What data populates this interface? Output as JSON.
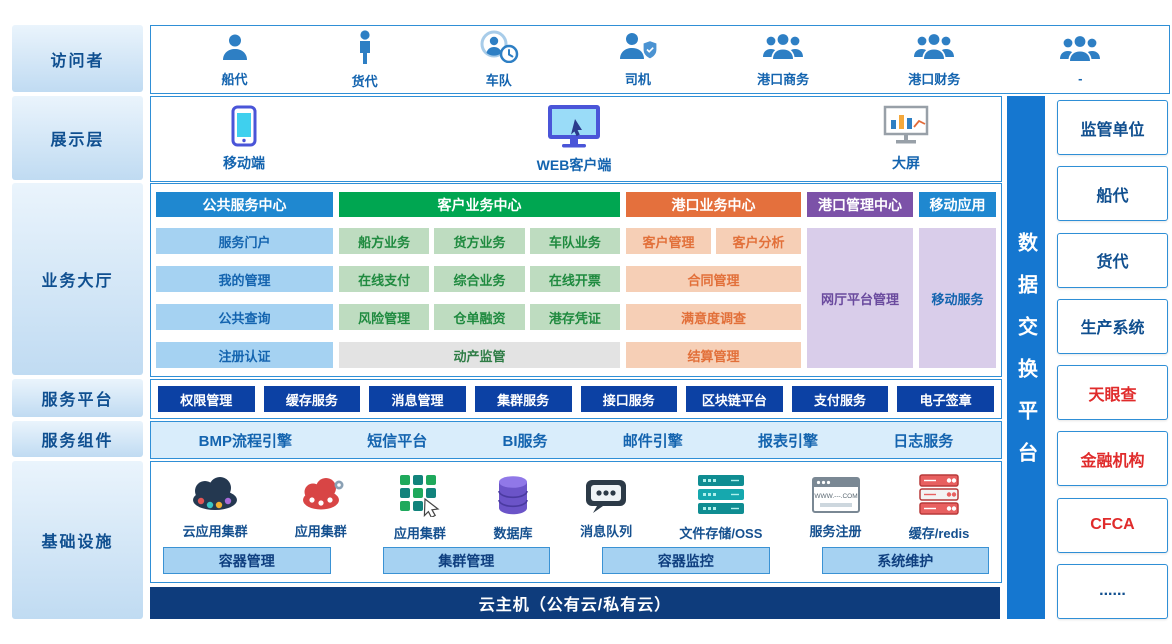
{
  "palette": {
    "blue_header": "#1f88d0",
    "green_header": "#00a651",
    "orange_header": "#e4703d",
    "purple_header": "#7c52a8",
    "deep_blue_button": "#0c41a4",
    "navy_bar": "#0e3c7c",
    "exchange_bar": "#1577d0",
    "red_text": "#e02b2b"
  },
  "left_labels": {
    "visitors": "访问者",
    "display": "展示层",
    "business": "业务大厅",
    "platform": "服务平台",
    "components": "服务组件",
    "infrastructure": "基础设施"
  },
  "visitors": {
    "items": [
      {
        "label": "船代",
        "icon": "person-bust-icon"
      },
      {
        "label": "货代",
        "icon": "person-standing-icon"
      },
      {
        "label": "车队",
        "icon": "person-clock-icon"
      },
      {
        "label": "司机",
        "icon": "person-shield-icon"
      },
      {
        "label": "港口商务",
        "icon": "people-group-icon"
      },
      {
        "label": "港口财务",
        "icon": "people-group-icon"
      },
      {
        "label": "-",
        "icon": "people-group-icon"
      }
    ]
  },
  "display": {
    "items": [
      {
        "label": "移动端",
        "icon": "smartphone-icon"
      },
      {
        "label": "WEB客户端",
        "icon": "monitor-icon"
      },
      {
        "label": "大屏",
        "icon": "big-screen-icon"
      }
    ]
  },
  "business": {
    "public_center": {
      "header": "公共服务中心",
      "items": [
        "服务门户",
        "我的管理",
        "公共查询",
        "注册认证"
      ]
    },
    "customer_center": {
      "header": "客户业务中心",
      "rows": [
        [
          "船方业务",
          "货方业务",
          "车队业务"
        ],
        [
          "在线支付",
          "综合业务",
          "在线开票"
        ],
        [
          "风险管理",
          "仓单融资",
          "港存凭证"
        ]
      ],
      "wide_item": "动产监管"
    },
    "port_business_center": {
      "header": "港口业务中心",
      "row1": [
        "客户管理",
        "客户分析"
      ],
      "items": [
        "合同管理",
        "满意度调查",
        "结算管理"
      ]
    },
    "port_mgmt_center": {
      "header": "港口管理中心",
      "item": "网厅平台管理"
    },
    "mobile_app": {
      "header": "移动应用",
      "item": "移动服务"
    }
  },
  "platform": {
    "items": [
      "权限管理",
      "缓存服务",
      "消息管理",
      "集群服务",
      "接口服务",
      "区块链平台",
      "支付服务",
      "电子签章"
    ]
  },
  "components": {
    "items": [
      "BMP流程引擎",
      "短信平台",
      "BI服务",
      "邮件引擎",
      "报表引擎",
      "日志服务"
    ]
  },
  "infrastructure": {
    "icons": [
      {
        "label": "云应用集群",
        "icon": "cloud-cluster-icon"
      },
      {
        "label": "应用集群",
        "icon": "app-cluster-red-icon"
      },
      {
        "label": "应用集群",
        "icon": "app-cluster-grid-icon"
      },
      {
        "label": "数据库",
        "icon": "database-icon"
      },
      {
        "label": "消息队列",
        "icon": "message-queue-icon"
      },
      {
        "label": "文件存储/OSS",
        "icon": "file-storage-icon"
      },
      {
        "label": "服务注册",
        "icon": "service-registry-icon",
        "icon_text": "WWW.---.COM"
      },
      {
        "label": "缓存/redis",
        "icon": "redis-cache-icon"
      }
    ],
    "buttons": [
      "容器管理",
      "集群管理",
      "容器监控",
      "系统维护"
    ],
    "cloud_bar": "云主机（公有云/私有云）"
  },
  "exchange": {
    "label": "数据交换平台"
  },
  "right_panel": {
    "items": [
      {
        "label": "监管单位",
        "highlight": false
      },
      {
        "label": "船代",
        "highlight": false
      },
      {
        "label": "货代",
        "highlight": false
      },
      {
        "label": "生产系统",
        "highlight": false
      },
      {
        "label": "天眼查",
        "highlight": true
      },
      {
        "label": "金融机构",
        "highlight": true
      },
      {
        "label": "CFCA",
        "highlight": true
      },
      {
        "label": "......",
        "highlight": false
      }
    ]
  }
}
